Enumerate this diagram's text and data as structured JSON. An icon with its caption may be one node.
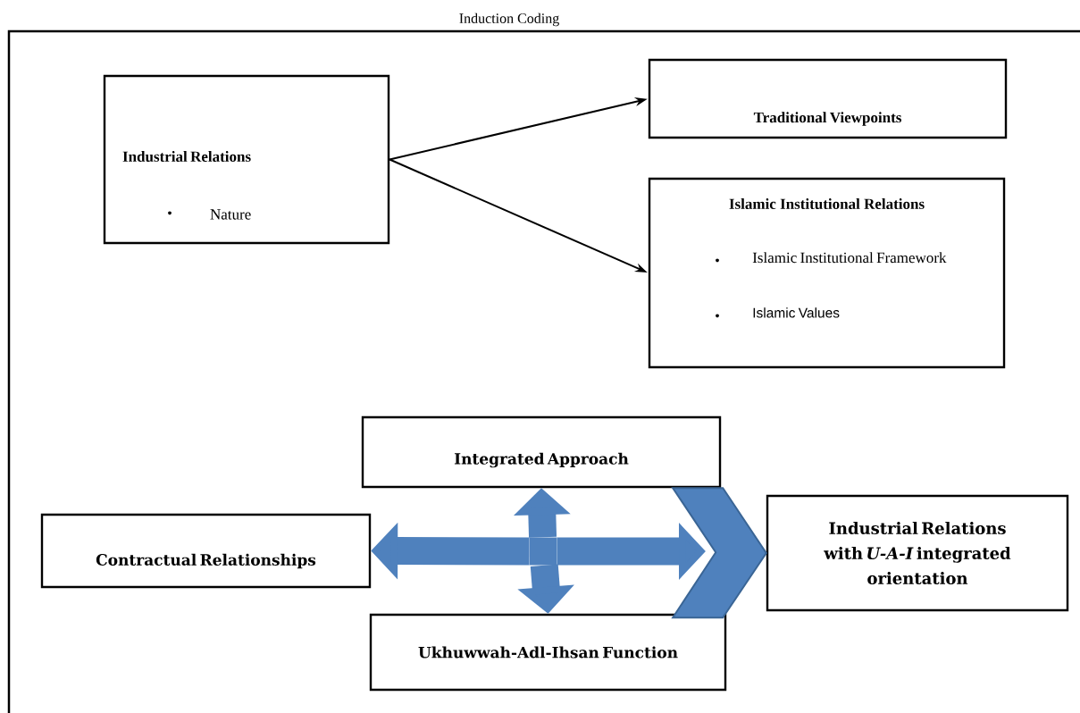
{
  "diagram": {
    "nodes": [
      {
        "text": [
          "Induction Coding"
        ]
      },
      {
        "text": [
          "Industrial Relations",
          "•",
          "Nature"
        ],
        "in": 0
      },
      {
        "text": [
          "Traditional Viewpoints"
        ],
        "in": 0
      },
      {
        "text": [
          "Islamic Institutional Relations",
          "•",
          "Islamic Institutional Framework",
          "•",
          "Islamic Values"
        ],
        "in": 0
      },
      {
        "text": [
          "Integrated Approach"
        ],
        "in": 0
      },
      {
        "text": [
          "Contractual Relationships"
        ],
        "in": 0
      },
      {
        "text": [
          "Industrial Relations with *U-A-I* integrated orientation"
        ],
        "in": 0
      },
      {
        "text": [
          "Ukhuwwah-Adl-Ihsan Function"
        ],
        "in": 0
      },
      {
        "text": [],
        "shape": "cross",
        "in": 0
      }
    ],
    "edges": [
      {
        "from": 1,
        "to": 2,
        "arrow": "to",
        "color": "#000000"
      },
      {
        "from": 1,
        "to": 3,
        "arrow": "to",
        "color": "#000000"
      },
      {
        "from": 8,
        "to": 5,
        "arrow": "to"
      },
      {
        "from": 8,
        "to": 4,
        "arrow": "to"
      },
      {
        "from": 8,
        "to": 7,
        "arrow": "to"
      },
      {
        "from": 8,
        "to": null,
        "arrow": "to"
      },
      {
        "from": 4,
        "to": 6,
        "arrow": "to"
      }
    ]
  }
}
